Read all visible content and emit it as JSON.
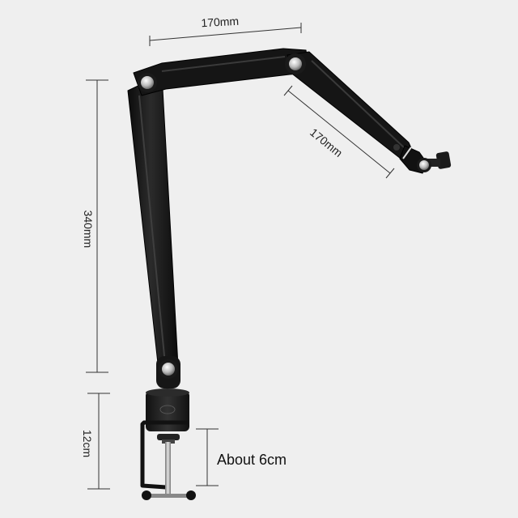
{
  "dimensions": {
    "top_arm": "170mm",
    "forearm": "170mm",
    "main_arm": "340mm",
    "clamp_height": "12cm",
    "clamp_opening": "About 6cm"
  },
  "colors": {
    "background": "#efefef",
    "arm": "#161616",
    "arm_highlight": "#3a3a3a",
    "joint": "#c9c9c9",
    "dimension_line": "#333333"
  }
}
